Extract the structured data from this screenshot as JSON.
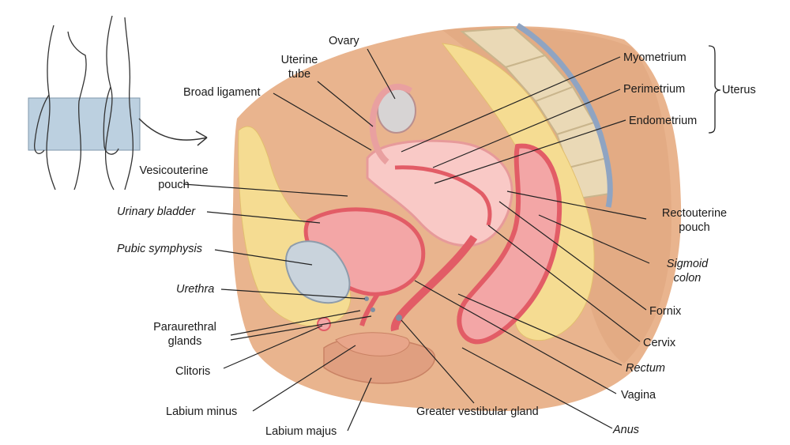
{
  "labels": {
    "ovary": "Ovary",
    "uterine_tube_1": "Uterine",
    "uterine_tube_2": "tube",
    "broad_ligament": "Broad ligament",
    "vesicouterine_1": "Vesicouterine",
    "vesicouterine_2": "pouch",
    "urinary_bladder": "Urinary bladder",
    "pubic_symphysis": "Pubic symphysis",
    "urethra": "Urethra",
    "paraurethral_1": "Paraurethral",
    "paraurethral_2": "glands",
    "clitoris": "Clitoris",
    "labium_minus": "Labium minus",
    "labium_majus": "Labium majus",
    "greater_vestibular_gland": "Greater vestibular gland",
    "anus": "Anus",
    "vagina": "Vagina",
    "rectum": "Rectum",
    "cervix": "Cervix",
    "fornix": "Fornix",
    "sigmoid_1": "Sigmoid",
    "sigmoid_2": "colon",
    "rectouterine_1": "Rectouterine",
    "rectouterine_2": "pouch",
    "myometrium": "Myometrium",
    "perimetrium": "Perimetrium",
    "endometrium": "Endometrium",
    "uterus": "Uterus"
  },
  "colors": {
    "skin": "#e9b48e",
    "skin_dark": "#d99872",
    "fat": "#f5dc92",
    "fat_cell": "#fbeab8",
    "tissue_pink": "#f3a6a6",
    "mucosa": "#e25c66",
    "bladder_lumen": "#c9d3dc",
    "uterus_light": "#f9c9c6",
    "bone": "#ead9b6",
    "bone_edge": "#c9b58c",
    "line": "#222222",
    "inset_box": "#bcd0e0"
  }
}
